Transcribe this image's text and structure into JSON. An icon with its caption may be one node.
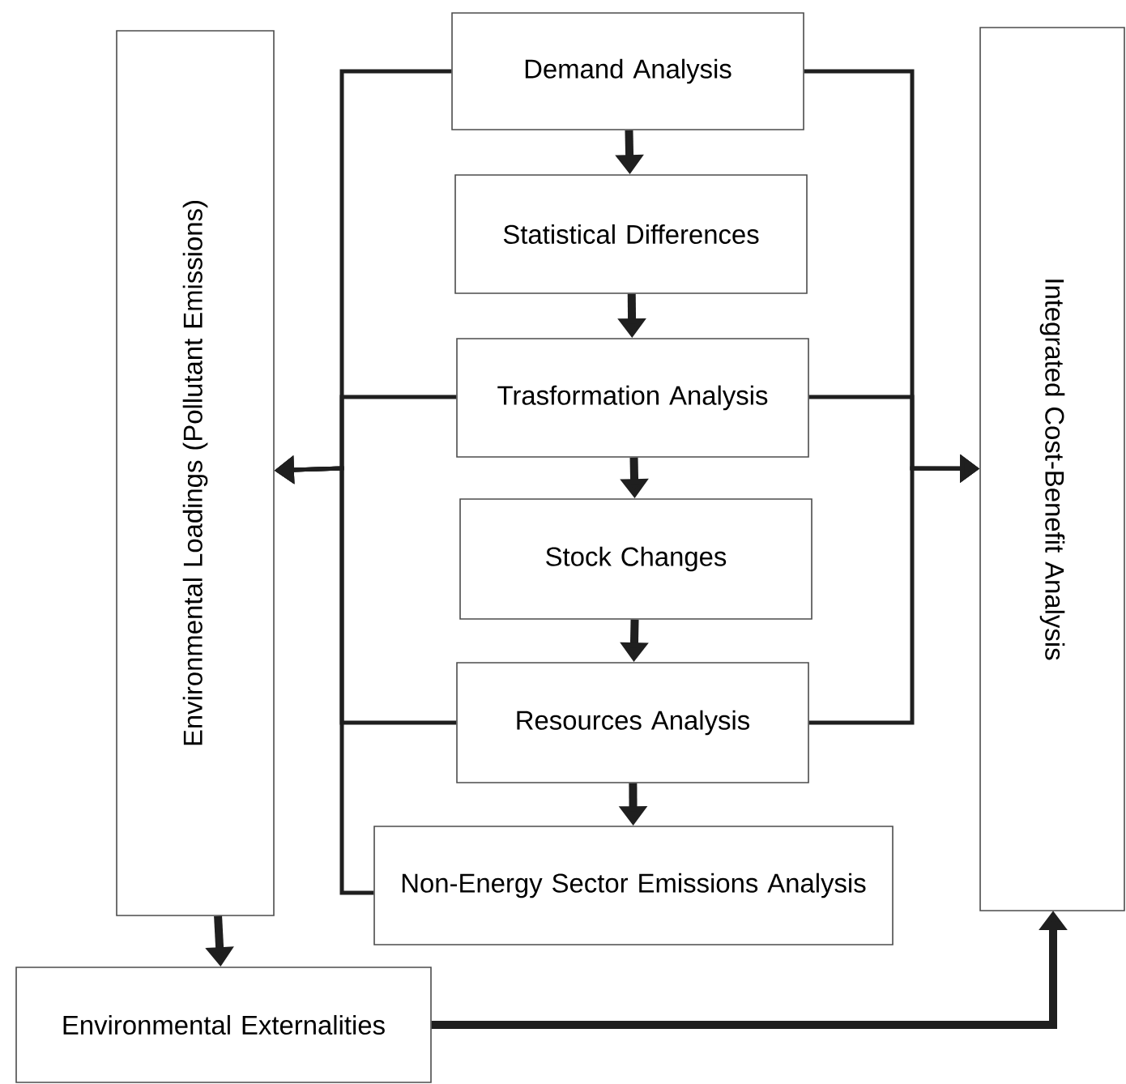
{
  "diagram": {
    "nodes": [
      {
        "text": [
          "Demand Analysis"
        ]
      },
      {
        "text": [
          "Statistical Differences"
        ]
      },
      {
        "text": [
          "Trasformation Analysis"
        ]
      },
      {
        "text": [
          "Stock Changes"
        ]
      },
      {
        "text": [
          "Resources Analysis"
        ]
      },
      {
        "text": [
          "Non-Energy Sector Emissions Analysis"
        ]
      },
      {
        "text": [
          "Environmental Loadings (Pollutant Emissions)"
        ]
      },
      {
        "text": [
          "Integrated Cost-Benefit Analysis"
        ]
      },
      {
        "text": [
          "Environmental Externalities"
        ]
      }
    ],
    "edges": [
      {
        "from": 0,
        "to": 1,
        "arrow": "to",
        "style": "thick"
      },
      {
        "from": 1,
        "to": 2,
        "arrow": "to",
        "style": "thick"
      },
      {
        "from": 2,
        "to": 3,
        "arrow": "to",
        "style": "thick"
      },
      {
        "from": 3,
        "to": 4,
        "arrow": "to",
        "style": "thick"
      },
      {
        "from": 4,
        "to": 5,
        "arrow": "to",
        "style": "thick"
      },
      {
        "from": 0,
        "to": 6,
        "arrow": "to"
      },
      {
        "from": 2,
        "to": 6,
        "arrow": "to"
      },
      {
        "from": 4,
        "to": 6,
        "arrow": "to"
      },
      {
        "from": 5,
        "to": 6,
        "arrow": "to"
      },
      {
        "from": 0,
        "to": 7,
        "arrow": "to"
      },
      {
        "from": 2,
        "to": 7,
        "arrow": "to"
      },
      {
        "from": 4,
        "to": 7,
        "arrow": "to"
      },
      {
        "from": 6,
        "to": 8,
        "arrow": "to",
        "style": "thick"
      },
      {
        "from": 8,
        "to": 7,
        "arrow": "to",
        "style": "thick"
      }
    ]
  }
}
